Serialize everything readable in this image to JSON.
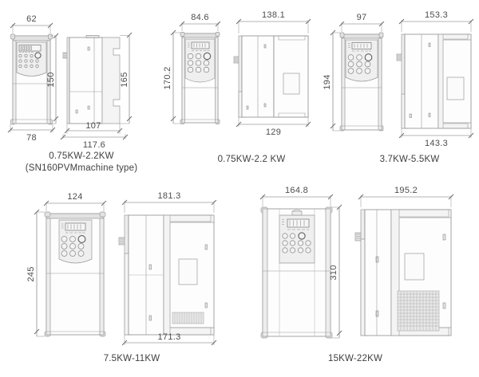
{
  "figure": {
    "kind": "mechanical-dimension-drawing",
    "subject": "Variable frequency drive outline dimensions",
    "units": "mm",
    "line_color": "#8d8d8d",
    "text_color": "#3f3f3f",
    "background": "#ffffff"
  },
  "groups": [
    {
      "id": "group-1",
      "caption_line1": "0.75KW-2.2KW",
      "caption_line2": "(SN160PVMmachine type)",
      "views": [
        {
          "id": "front",
          "name": "front-view",
          "dims": [
            {
              "label": "62",
              "orientation": "horizontal",
              "position": "top"
            },
            {
              "label": "78",
              "orientation": "horizontal",
              "position": "bottom"
            },
            {
              "label": "150",
              "orientation": "vertical",
              "position": "right"
            }
          ]
        },
        {
          "id": "side",
          "name": "side-view",
          "dims": [
            {
              "label": "107",
              "orientation": "horizontal",
              "position": "bottom"
            },
            {
              "label": "117.6",
              "orientation": "horizontal",
              "position": "bottom"
            },
            {
              "label": "165",
              "orientation": "vertical",
              "position": "right"
            }
          ]
        }
      ]
    },
    {
      "id": "group-2",
      "caption_line1": "0.75KW-2.2 KW",
      "caption_line2": "",
      "views": [
        {
          "id": "front",
          "name": "front-view",
          "dims": [
            {
              "label": "84.6",
              "orientation": "horizontal",
              "position": "top"
            },
            {
              "label": "170.2",
              "orientation": "vertical",
              "position": "left"
            }
          ]
        },
        {
          "id": "side",
          "name": "side-view",
          "dims": [
            {
              "label": "138.1",
              "orientation": "horizontal",
              "position": "top"
            },
            {
              "label": "129",
              "orientation": "horizontal",
              "position": "bottom"
            }
          ]
        }
      ]
    },
    {
      "id": "group-3",
      "caption_line1": "3.7KW-5.5KW",
      "caption_line2": "",
      "views": [
        {
          "id": "front",
          "name": "front-view",
          "dims": [
            {
              "label": "97",
              "orientation": "horizontal",
              "position": "top"
            },
            {
              "label": "194",
              "orientation": "vertical",
              "position": "left"
            }
          ]
        },
        {
          "id": "side",
          "name": "side-view",
          "dims": [
            {
              "label": "153.3",
              "orientation": "horizontal",
              "position": "top"
            },
            {
              "label": "143.3",
              "orientation": "horizontal",
              "position": "bottom"
            }
          ]
        }
      ]
    },
    {
      "id": "group-4",
      "caption_line1": "7.5KW-11KW",
      "caption_line2": "",
      "views": [
        {
          "id": "front",
          "name": "front-view",
          "dims": [
            {
              "label": "124",
              "orientation": "horizontal",
              "position": "top"
            },
            {
              "label": "245",
              "orientation": "vertical",
              "position": "left"
            }
          ]
        },
        {
          "id": "side",
          "name": "side-view",
          "dims": [
            {
              "label": "181.3",
              "orientation": "horizontal",
              "position": "top"
            },
            {
              "label": "171.3",
              "orientation": "horizontal",
              "position": "bottom"
            }
          ]
        }
      ]
    },
    {
      "id": "group-5",
      "caption_line1": "15KW-22KW",
      "caption_line2": "",
      "views": [
        {
          "id": "front",
          "name": "front-view",
          "dims": [
            {
              "label": "164.8",
              "orientation": "horizontal",
              "position": "top"
            },
            {
              "label": "310",
              "orientation": "vertical",
              "position": "right"
            }
          ]
        },
        {
          "id": "side",
          "name": "side-view",
          "dims": [
            {
              "label": "195.2",
              "orientation": "horizontal",
              "position": "top"
            }
          ]
        }
      ]
    }
  ]
}
